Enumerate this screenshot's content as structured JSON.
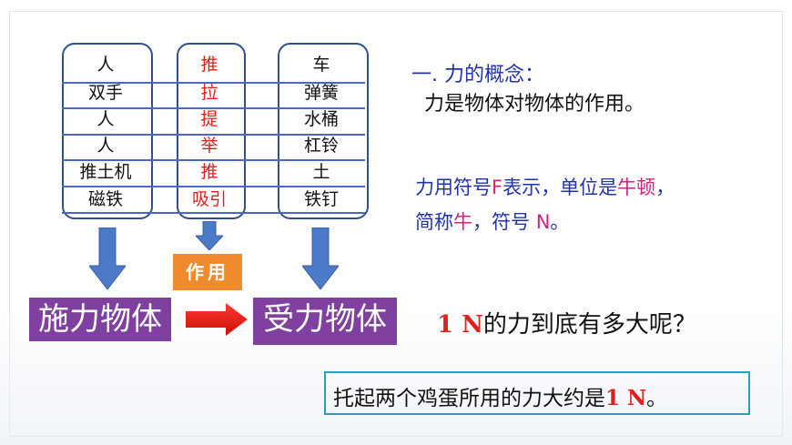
{
  "table": {
    "doers": [
      "人",
      "双手",
      "人",
      "人",
      "推土机",
      "磁铁"
    ],
    "actions": [
      "推",
      "拉",
      "提",
      "举",
      "推",
      "吸引"
    ],
    "receivers": [
      "车",
      "弹簧",
      "水桶",
      "杠铃",
      "土",
      "铁钉"
    ]
  },
  "labels": {
    "exerting": "施力物体",
    "zuoyong": "作用",
    "receiving": "受力物体"
  },
  "concept": {
    "heading": "一. 力的概念：",
    "definition": "力是物体对物体的作用。",
    "symbol_pre": "力用符号",
    "symbol_F": "F",
    "symbol_mid": "表示，单位是",
    "unit_name": "牛顿",
    "comma": "，",
    "abbr_pre": "简称",
    "abbr_unit": "牛",
    "abbr_mid": "，符号  ",
    "abbr_N": "N",
    "abbr_end": "。"
  },
  "question": {
    "value": "1 N",
    "rest": "的力到底有多大呢？"
  },
  "answer": {
    "pre": "托起两个鸡蛋所用的力大约是",
    "value": "1 N",
    "end": "。"
  },
  "colors": {
    "blue_text": "#2233aa",
    "red_text": "#e0201d",
    "magenta": "#d0237e",
    "purple_box": "#8040a0",
    "orange": "#f08a2e",
    "arrow_blue": "#4a7ac8"
  }
}
